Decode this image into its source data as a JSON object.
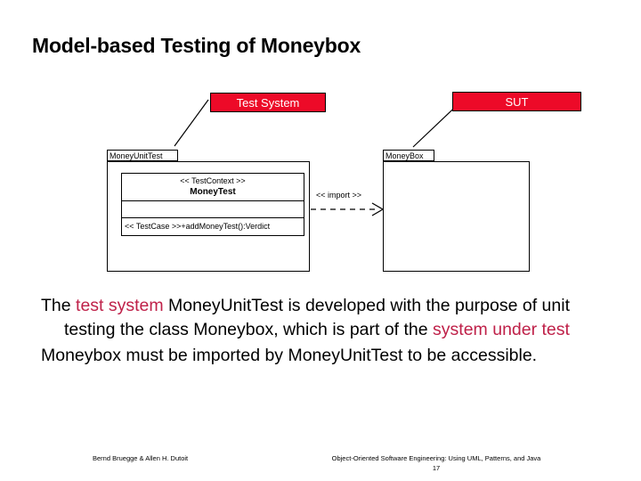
{
  "slide": {
    "title": "Model-based Testing of Moneybox"
  },
  "callouts": [
    {
      "id": "test-system",
      "label": "Test System"
    },
    {
      "id": "sut",
      "label": "SUT"
    }
  ],
  "diagram": {
    "packages": [
      {
        "id": "test-system",
        "name": "MoneyUnitTest",
        "class": {
          "stereotype": "<< TestContext >>",
          "name": "MoneyTest",
          "attributes": "",
          "operations": "<< TestCase >>+addMoneyTest():Verdict"
        }
      },
      {
        "id": "sut",
        "name": "MoneyBox",
        "class": null
      }
    ],
    "dependency": {
      "stereotype": "<< import >>",
      "from": "MoneyUnitTest",
      "to": "MoneyBox",
      "style": "dashed-open-arrow"
    }
  },
  "body": {
    "paragraph1": {
      "part1": "The ",
      "highlight1": "test system",
      "part2": " MoneyUnitTest is developed with the purpose of unit testing the class Moneybox, which is part of the ",
      "highlight2": "system under test"
    },
    "paragraph2": "Moneybox must be imported by MoneyUnitTest to be accessible."
  },
  "footer": {
    "authors": "Bernd Bruegge & Allen H. Dutoit",
    "book": "Object-Oriented Software Engineering: Using UML, Patterns, and Java",
    "page": "17"
  },
  "colors": {
    "callout_fill": "#ED0A28",
    "callout_text": "#FFFFFF",
    "highlight_text": "#BF2149",
    "background": "#FFFFFF",
    "line": "#000000"
  }
}
